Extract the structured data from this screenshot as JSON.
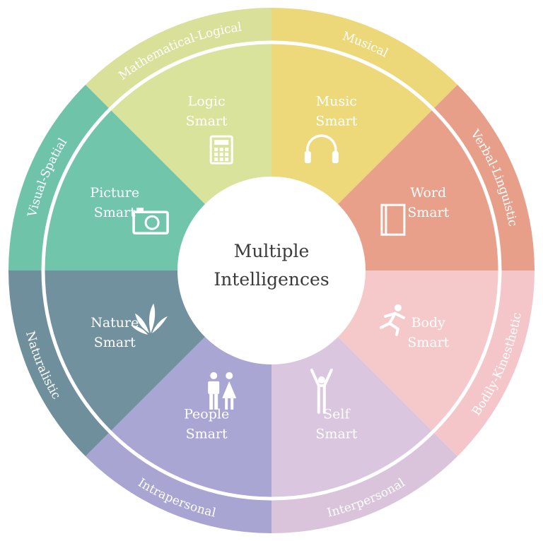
{
  "center": {
    "line1": "Multiple",
    "line2": "Intelligences"
  },
  "segments": [
    {
      "id": "logic",
      "outer_label": "Mathematical-Logical",
      "inner_line1": "Logic",
      "inner_line2": "Smart",
      "icon": "calculator-icon",
      "outer_color": "#d8e09a",
      "inner_color": "#d9e39b"
    },
    {
      "id": "music",
      "outer_label": "Musical",
      "inner_line1": "Music",
      "inner_line2": "Smart",
      "icon": "headphones-icon",
      "outer_color": "#ecd779",
      "inner_color": "#edd87a"
    },
    {
      "id": "word",
      "outer_label": "Verbal-Linguistic",
      "inner_line1": "Word",
      "inner_line2": "Smart",
      "icon": "book-icon",
      "outer_color": "#e89f8a",
      "inner_color": "#e8a08b"
    },
    {
      "id": "body",
      "outer_label": "Bodily-Kinesthetic",
      "inner_line1": "Body",
      "inner_line2": "Smart",
      "icon": "running-person-icon",
      "outer_color": "#f5c6c9",
      "inner_color": "#f5c8ca"
    },
    {
      "id": "self",
      "outer_label": "Interpersonal",
      "inner_line1": "Self",
      "inner_line2": "Smart",
      "icon": "person-arms-up-icon",
      "outer_color": "#d9c4dc",
      "inner_color": "#dac6de"
    },
    {
      "id": "people",
      "outer_label": "Intrapersonal",
      "inner_line1": "People",
      "inner_line2": "Smart",
      "icon": "two-people-icon",
      "outer_color": "#a9a5d3",
      "inner_color": "#aaa6d4"
    },
    {
      "id": "nature",
      "outer_label": "Naturalistic",
      "inner_line1": "Nature",
      "inner_line2": "Smart",
      "icon": "leaves-icon",
      "outer_color": "#6f8f9c",
      "inner_color": "#71919e"
    },
    {
      "id": "picture",
      "outer_label": "Visual-Spatial",
      "inner_line1": "Picture",
      "inner_line2": "Smart",
      "icon": "camera-icon",
      "outer_color": "#6fc3a8",
      "inner_color": "#71c5aa"
    }
  ],
  "colors": {
    "divider": "#ffffff",
    "center_fill": "#ffffff",
    "center_text": "#3a3a3a"
  }
}
